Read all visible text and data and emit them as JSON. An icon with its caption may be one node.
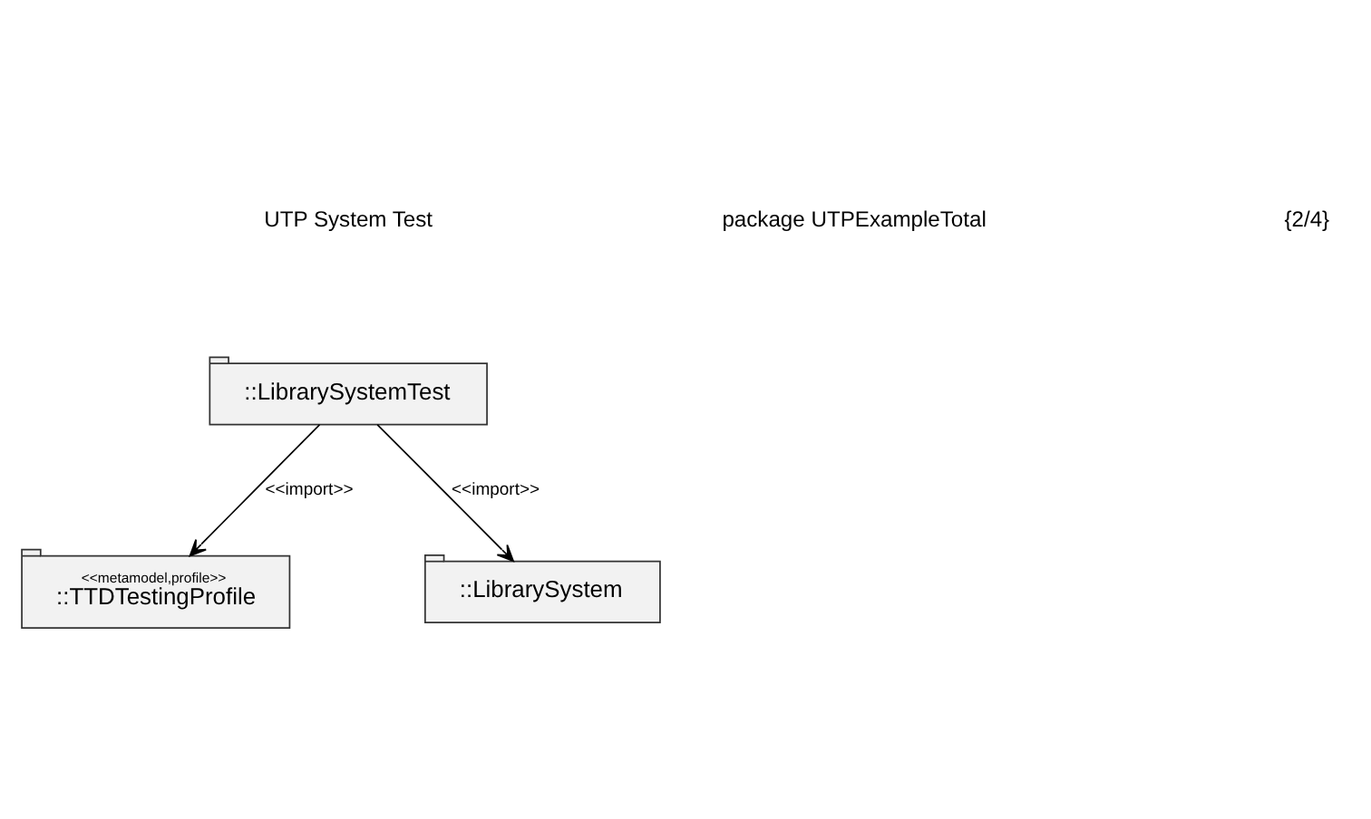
{
  "diagram": {
    "nodes": [
      {
        "text": [
          "::LibrarySystemTest"
        ]
      },
      {
        "text": [
          "<<metamodel,profile>>",
          "::TTDTestingProfile"
        ]
      },
      {
        "text": [
          "::LibrarySystem"
        ]
      }
    ],
    "edges": [
      {
        "from": 0,
        "to": 1,
        "arrow": "to",
        "label": "<<import>>"
      },
      {
        "from": 0,
        "to": 2,
        "arrow": "to",
        "label": "<<import>>"
      }
    ],
    "labels": [
      "UTP System Test",
      "package UTPExampleTotal",
      "{2/4}"
    ]
  }
}
